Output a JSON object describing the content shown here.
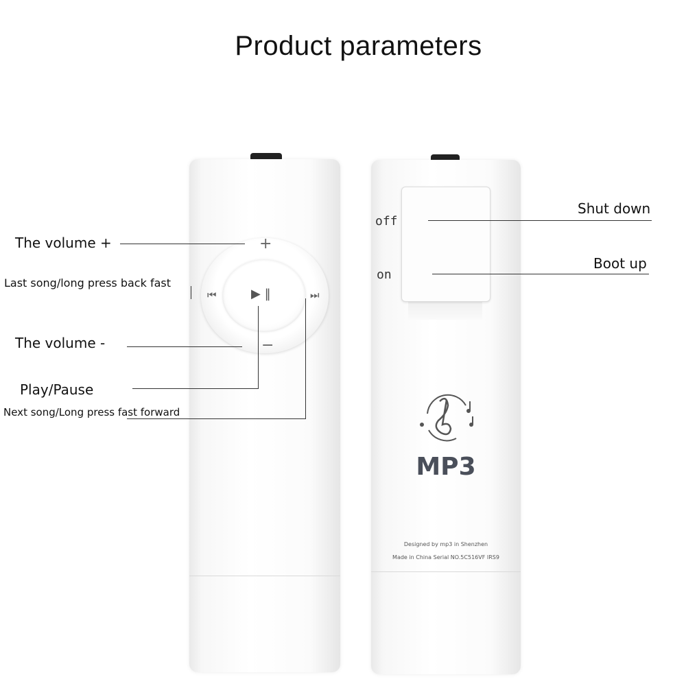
{
  "title": "Product parameters",
  "front": {
    "labels": {
      "volume_up": "The volume +",
      "last_song": "Last song/long press back fast",
      "volume_down": "The volume -",
      "play_pause": "Play/Pause",
      "next_song": "Next song/Long press fast forward"
    },
    "button_glyphs": {
      "plus": "+",
      "minus": "−",
      "prev": "⏮",
      "next": "⏭",
      "play_pause": "▶ ‖"
    }
  },
  "back": {
    "labels": {
      "shut_down": "Shut down",
      "boot_up": "Boot up"
    },
    "switch": {
      "off": "off",
      "on": "on"
    },
    "brand": "MP3",
    "fine_print": {
      "line1": "Designed by mp3 in Shenzhen",
      "line2": "Made in China Serial NO.5C516VF IRS9"
    },
    "logo_icon": "music-note-circle-icon"
  }
}
